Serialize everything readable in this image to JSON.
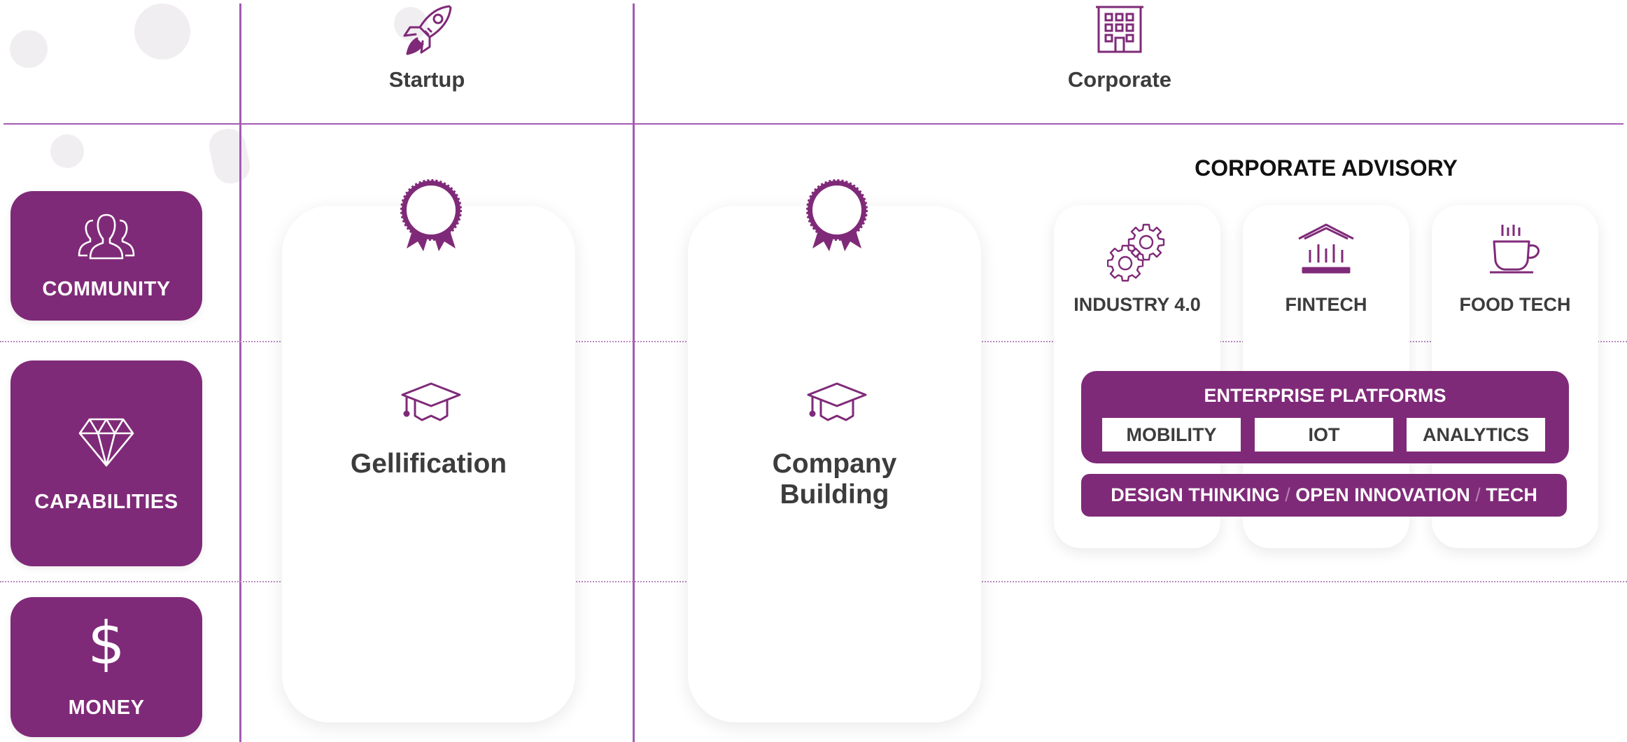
{
  "columns": {
    "startup": "Startup",
    "corporate": "Corporate"
  },
  "rows": {
    "community": "COMMUNITY",
    "capabilities": "CAPABILITIES",
    "money": "MONEY",
    "money_symbol": "$"
  },
  "cards": {
    "gellification": "Gellification",
    "company_building_line1": "Company",
    "company_building_line2": "Building"
  },
  "advisory": {
    "title": "CORPORATE ADVISORY",
    "sectors": [
      "INDUSTRY 4.0",
      "FINTECH",
      "FOOD TECH"
    ],
    "enterprise_title": "ENTERPRISE PLATFORMS",
    "platforms": [
      "MOBILITY",
      "IOT",
      "ANALYTICS"
    ],
    "design_parts": [
      "DESIGN THINKING",
      "OPEN INNOVATION",
      "TECH"
    ],
    "separator": "/"
  },
  "icons": {
    "startup": "rocket-icon",
    "corporate": "building-icon",
    "community": "people-icon",
    "capabilities": "diamond-icon",
    "money": "dollar-icon",
    "award": "award-ribbon-icon",
    "education": "graduation-cap-icon",
    "industry": "gear-icon",
    "fintech": "bank-icon",
    "foodtech": "coffee-cup-icon"
  },
  "colors": {
    "brand_purple": "#7f2a78",
    "line_purple": "#a45bb1",
    "text_dark": "#3c3c3c"
  }
}
